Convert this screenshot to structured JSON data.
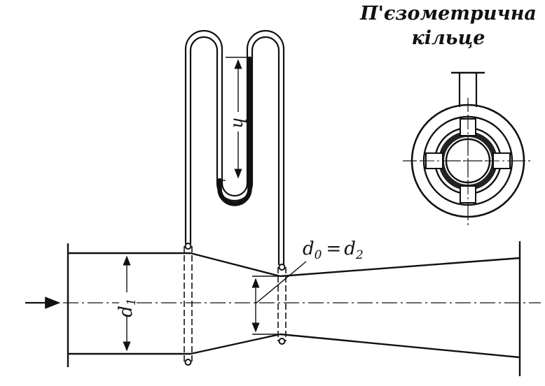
{
  "title": {
    "line1": "П'єзометрична",
    "line2": "кільце"
  },
  "labels": {
    "h": "h",
    "d1_main": "d",
    "d1_sub": "1",
    "d0_main": "d",
    "d0_sub": "0",
    "equals": "=",
    "d2_main": "d",
    "d2_sub": "2"
  },
  "colors": {
    "ink": "#111111",
    "paper": "#ffffff"
  }
}
